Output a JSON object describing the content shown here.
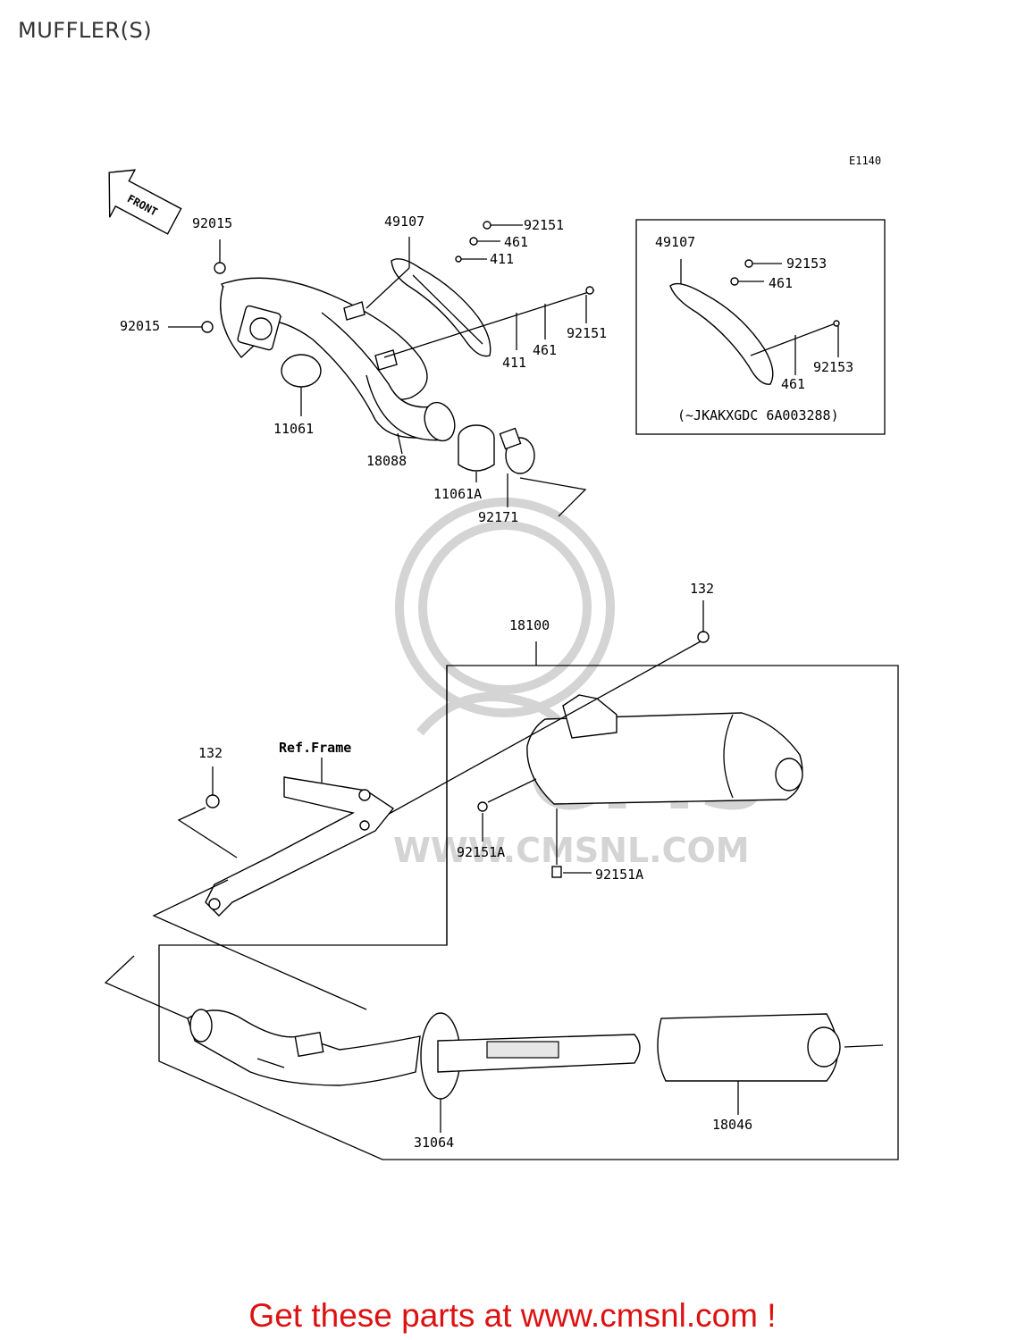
{
  "page": {
    "title": "MUFFLER(S)",
    "diagram_code": "E1140",
    "footer_link": "Get these parts at www.cmsnl.com !"
  },
  "watermark": {
    "brand": "CMS",
    "url": "WWW.CMSNL.COM"
  },
  "front_sign": "FRONT",
  "inset": {
    "note": "(~JKAKXGDC 6A003288)"
  },
  "callouts": {
    "c_92015_top": "92015",
    "c_92015_left": "92015",
    "c_11061": "11061",
    "c_18088": "18088",
    "c_49107": "49107",
    "c_92151_top": "92151",
    "c_461_top": "461",
    "c_411_top": "411",
    "c_411_bot": "411",
    "c_461_bot": "461",
    "c_92151_right": "92151",
    "c_11061A": "11061A",
    "c_92171": "92171",
    "inset_49107": "49107",
    "inset_92153_top": "92153",
    "inset_461_top": "461",
    "inset_461_bot": "461",
    "inset_92153_bot": "92153",
    "c_132_right": "132",
    "c_18100": "18100",
    "c_132_left": "132",
    "c_ref_frame": "Ref.Frame",
    "c_92151A_left": "92151A",
    "c_92151A_right": "92151A",
    "c_31064": "31064",
    "c_18046": "18046"
  },
  "colors": {
    "footer": "#dd1111",
    "watermark": "#d4d4d4",
    "line": "#000000"
  }
}
